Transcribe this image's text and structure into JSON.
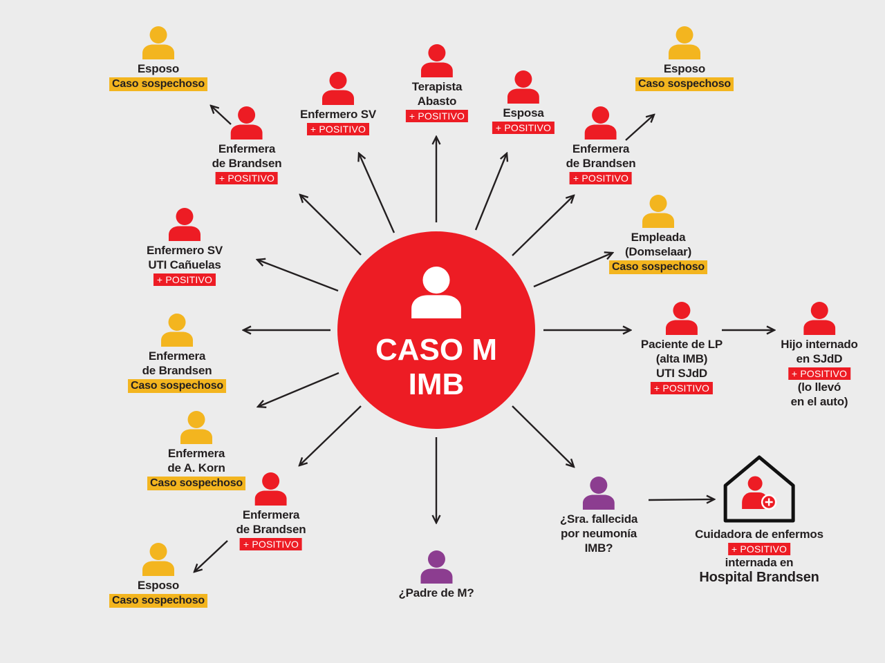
{
  "colors": {
    "background": "#ececec",
    "positive": "#ed1c24",
    "suspect": "#f3b51f",
    "unknown": "#8c3d90",
    "text": "#231f20",
    "arrow": "#231f20"
  },
  "center": {
    "icon": "person-icon",
    "color": "#ed1c24",
    "lines": [
      "CASO M",
      "IMB"
    ]
  },
  "contacts": [
    {
      "icon": "person-icon",
      "color": "#f3b51f",
      "lines": [
        "Esposo"
      ],
      "badge": "Caso sospechoso",
      "source": 1
    },
    {
      "icon": "person-icon",
      "color": "#ed1c24",
      "lines": [
        "Enfermera",
        "de Brandsen"
      ],
      "badge": "+ POSITIVO",
      "source": null
    },
    {
      "icon": "person-icon",
      "color": "#ed1c24",
      "lines": [
        "Enfermero SV"
      ],
      "badge": "+ POSITIVO",
      "source": null
    },
    {
      "icon": "person-icon",
      "color": "#ed1c24",
      "lines": [
        "Terapista",
        "Abasto"
      ],
      "badge": "+ POSITIVO",
      "source": null
    },
    {
      "icon": "person-icon",
      "color": "#ed1c24",
      "lines": [
        "Esposa"
      ],
      "badge": "+ POSITIVO",
      "source": null
    },
    {
      "icon": "person-icon",
      "color": "#ed1c24",
      "lines": [
        "Enfermera",
        "de Brandsen"
      ],
      "badge": "+ POSITIVO",
      "source": null
    },
    {
      "icon": "person-icon",
      "color": "#f3b51f",
      "lines": [
        "Esposo"
      ],
      "badge": "Caso sospechoso",
      "source": 5
    },
    {
      "icon": "person-icon",
      "color": "#ed1c24",
      "lines": [
        "Enfermero SV",
        "UTI Cañuelas"
      ],
      "badge": "+ POSITIVO",
      "source": null
    },
    {
      "icon": "person-icon",
      "color": "#f3b51f",
      "lines": [
        "Empleada",
        "(Domselaar)"
      ],
      "badge": "Caso sospechoso",
      "source": null
    },
    {
      "icon": "person-icon",
      "color": "#f3b51f",
      "lines": [
        "Enfermera",
        "de Brandsen"
      ],
      "badge": "Caso sospechoso",
      "source": null
    },
    {
      "icon": "person-icon",
      "color": "#ed1c24",
      "lines": [
        "Paciente de LP",
        "(alta IMB)",
        "UTI SJdD"
      ],
      "badge": "+ POSITIVO",
      "source": null
    },
    {
      "icon": "person-icon",
      "color": "#ed1c24",
      "lines": [
        "Hijo internado",
        "en SJdD"
      ],
      "badge": "+ POSITIVO",
      "lines_after": [
        "(lo llevó",
        "en el auto)"
      ],
      "source": 10
    },
    {
      "icon": "person-icon",
      "color": "#f3b51f",
      "lines": [
        "Enfermera",
        "de A. Korn"
      ],
      "badge": "Caso sospechoso",
      "source": null
    },
    {
      "icon": "person-icon",
      "color": "#ed1c24",
      "lines": [
        "Enfermera",
        "de Brandsen"
      ],
      "badge": "+ POSITIVO",
      "source": null
    },
    {
      "icon": "person-icon",
      "color": "#f3b51f",
      "lines": [
        "Esposo"
      ],
      "badge": "Caso sospechoso",
      "source": 13
    },
    {
      "icon": "person-icon",
      "color": "#8c3d90",
      "lines": [
        "¿Padre de M?"
      ],
      "source": null
    },
    {
      "icon": "person-icon",
      "color": "#8c3d90",
      "lines": [
        "¿Sra. fallecida",
        "por neumonía",
        "IMB?"
      ],
      "source": null
    },
    {
      "icon": "hospital-house-icon",
      "color": "#ed1c24",
      "lines": [
        "Cuidadora de enfermos"
      ],
      "badge": "+ POSITIVO",
      "lines_after": [
        "internada en",
        "Hospital Brandsen"
      ],
      "source": 16
    }
  ]
}
